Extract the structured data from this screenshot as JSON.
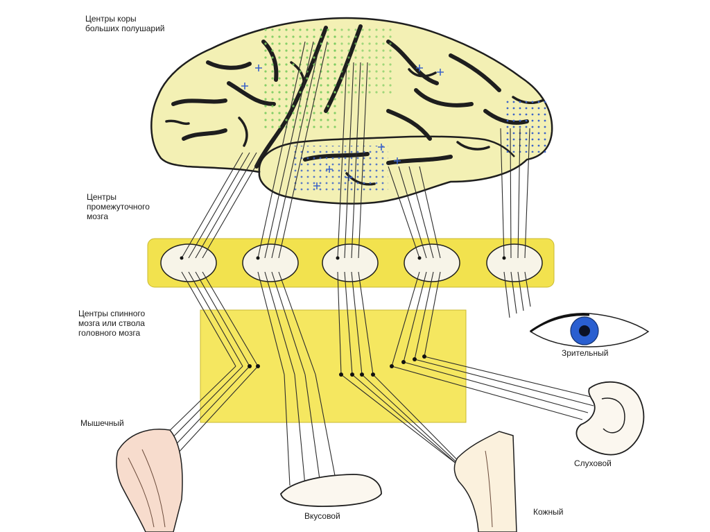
{
  "labels": {
    "cortex": "Центры коры\nбольших полушарий",
    "diencephalon": "Центры\nпромежуточного\nмозга",
    "spinal": "Центры спинного\nмозга или ствола\nголовного мозга",
    "visual": "Зрительный",
    "muscular": "Мышечный",
    "auditory": "Слуховой",
    "taste": "Вкусовой",
    "skin": "Кожный"
  },
  "colors": {
    "brain_fill": "#f3f0b4",
    "brain_stroke": "#1e1e1e",
    "band_fill": "#f2e24e",
    "box_fill": "#f5e760",
    "circle_fill": "#f7f4e8",
    "iris": "#2a5fd0",
    "cortex_green": "#6cc35a",
    "cortex_blue": "#3b63c8"
  }
}
